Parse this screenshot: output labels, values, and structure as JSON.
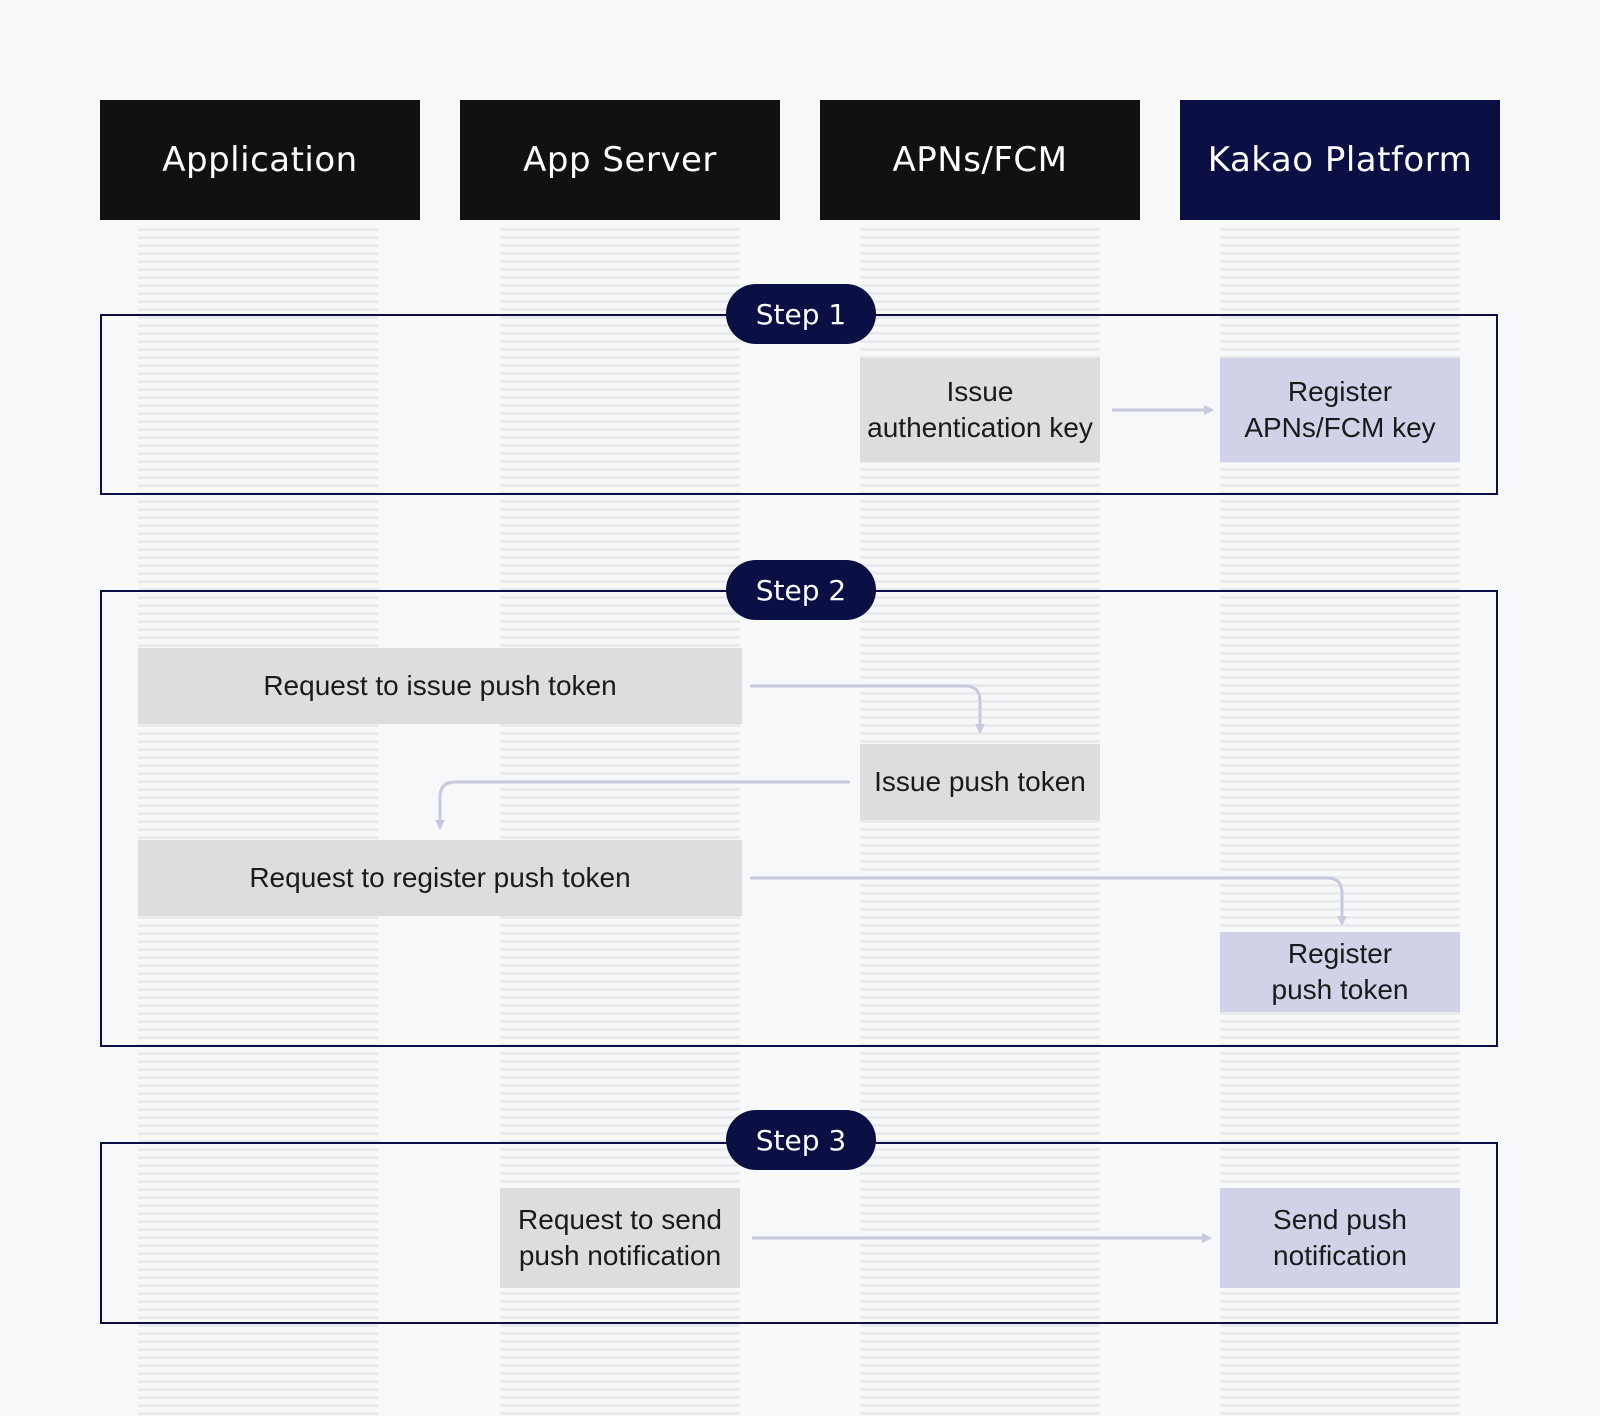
{
  "lanes": [
    {
      "header": "Application"
    },
    {
      "header": "App Server"
    },
    {
      "header": "APNs/FCM"
    },
    {
      "header": "Kakao Platform"
    }
  ],
  "steps": [
    {
      "label": "Step 1"
    },
    {
      "label": "Step 2"
    },
    {
      "label": "Step 3"
    }
  ],
  "boxes": {
    "issue_auth_key": "Issue\nauthentication key",
    "register_apns_fcm_key": "Register\nAPNs/FCM key",
    "request_issue_push_token": "Request to issue push token",
    "issue_push_token": "Issue push token",
    "request_register_push_token": "Request to register push token",
    "register_push_token": "Register\npush token",
    "request_send_push": "Request to send\npush notification",
    "send_push": "Send push\nnotification"
  },
  "colors": {
    "header_dark": "#111111",
    "header_kakao": "#0a0f44",
    "step_navy": "#0a0f44",
    "box_gray": "#dddddd",
    "box_lavender": "#d0d3e8",
    "arrow": "#c7cade"
  }
}
